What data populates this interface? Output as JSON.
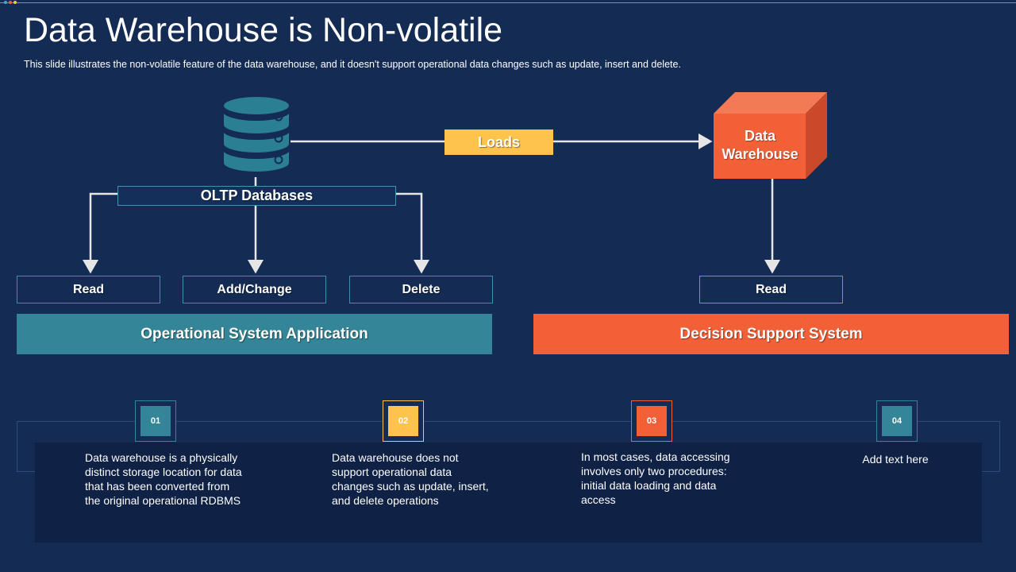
{
  "title": "Data Warehouse is Non-volatile",
  "subtitle": "This slide illustrates the non-volatile feature of the data warehouse, and it doesn't support operational data changes such as update, insert and delete.",
  "diagram": {
    "oltp_label": "OLTP Databases",
    "loads_label": "Loads",
    "warehouse_label_line1": "Data",
    "warehouse_label_line2": "Warehouse",
    "operations": [
      {
        "label": "Read"
      },
      {
        "label": "Add/Change"
      },
      {
        "label": "Delete"
      }
    ],
    "dss_operation": "Read",
    "operational_system_label": "Operational System Application",
    "decision_support_label": "Decision Support System"
  },
  "steps": [
    {
      "number": "01",
      "text": "Data warehouse is a physically distinct storage location for data that has been converted from the original operational RDBMS",
      "color": "#338597"
    },
    {
      "number": "02",
      "text": "Data warehouse does not support operational data changes such as update, insert, and delete operations",
      "color": "#fec34d"
    },
    {
      "number": "03",
      "text": "In most cases, data accessing involves only two procedures: initial data loading and data access",
      "color": "#f26038"
    },
    {
      "number": "04",
      "text": "Add text here",
      "color": "#338597"
    }
  ],
  "colors": {
    "background": "#142b54",
    "teal": "#338597",
    "orange": "#f26038",
    "yellow": "#fec34d"
  }
}
